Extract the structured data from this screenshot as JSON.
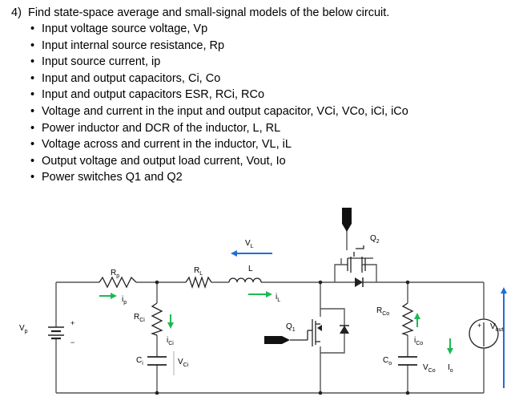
{
  "question": {
    "number": "4)",
    "title": "Find state-space average and small-signal models of the below circuit.",
    "bullets": [
      "Input voltage source voltage, Vp",
      "Input internal source resistance, Rp",
      "Input source current, ip",
      "Input and output capacitors, Ci, Co",
      "Input and output capacitors ESR, RCi, RCo",
      "Voltage and current in the input and output capacitor, VCi, VCo, iCi, iCo",
      "Power inductor and DCR of the inductor, L, RL",
      "Voltage across and current in the inductor, VL, iL",
      "Output voltage and output load current, Vout, Io",
      "Power switches Q1 and Q2"
    ]
  },
  "circuit": {
    "labels": {
      "vp": {
        "main": "V",
        "sub": "p"
      },
      "rp": {
        "main": "R",
        "sub": "p"
      },
      "ip": {
        "main": "i",
        "sub": "p"
      },
      "rci": {
        "main": "R",
        "sub": "Ci"
      },
      "ici": {
        "main": "i",
        "sub": "Ci"
      },
      "ci": {
        "main": "C",
        "sub": "i"
      },
      "vci": {
        "main": "V",
        "sub": "Ci"
      },
      "rl": {
        "main": "R",
        "sub": "L"
      },
      "vl": {
        "main": "V",
        "sub": "L"
      },
      "l": {
        "main": "L",
        "sub": ""
      },
      "il": {
        "main": "i",
        "sub": "L"
      },
      "q1": {
        "main": "Q",
        "sub": "1"
      },
      "q2": {
        "main": "Q",
        "sub": "2"
      },
      "rco": {
        "main": "R",
        "sub": "Co"
      },
      "ico": {
        "main": "i",
        "sub": "Co"
      },
      "co": {
        "main": "C",
        "sub": "o"
      },
      "vco": {
        "main": "V",
        "sub": "Co"
      },
      "io": {
        "main": "I",
        "sub": "o"
      },
      "vout": {
        "main": "V",
        "sub": "out"
      }
    },
    "polarity": {
      "plus": "+",
      "minus": "−"
    },
    "colors": {
      "wire": "#555555",
      "component": "#222222",
      "green_arrow": "#1db954",
      "blue_arrow": "#1f6fd6",
      "label": "#000000"
    }
  }
}
